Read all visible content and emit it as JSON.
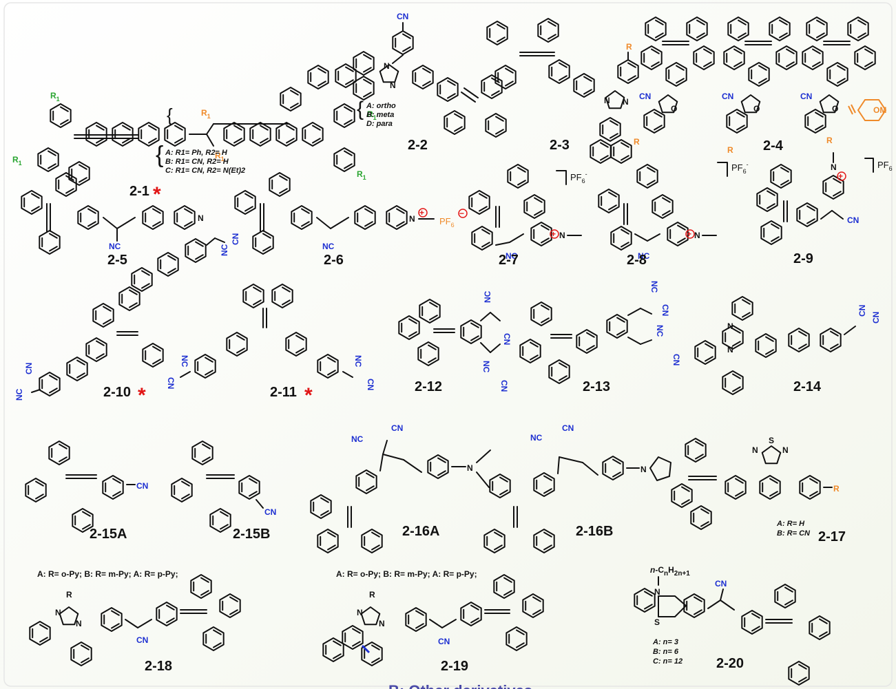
{
  "colors": {
    "background_start": "#ffffff",
    "background_end": "#f3f6ec",
    "frame": "#e6e6e6",
    "bond": "#111111",
    "cyano": "#1d2fd1",
    "r1_green": "#2aa531",
    "r_orange": "#ef8a2a",
    "charge_red": "#e31919",
    "star_red": "#e11515",
    "caption_blue": "#4a4aa8"
  },
  "labels": {
    "c2_1": "2-1",
    "c2_2": "2-2",
    "c2_3": "2-3",
    "c2_4": "2-4",
    "c2_5": "2-5",
    "c2_6": "2-6",
    "c2_7": "2-7",
    "c2_8": "2-8",
    "c2_9": "2-9",
    "c2_10": "2-10",
    "c2_11": "2-11",
    "c2_12": "2-12",
    "c2_13": "2-13",
    "c2_14": "2-14",
    "c2_15A": "2-15A",
    "c2_15B": "2-15B",
    "c2_16A": "2-16A",
    "c2_16B": "2-16B",
    "c2_17": "2-17",
    "c2_18": "2-18",
    "c2_19": "2-19",
    "c2_20": "2-20"
  },
  "star": "*",
  "substituents": {
    "r1": "R",
    "r1_sub": "1",
    "r": "R",
    "cn": "CN",
    "nc": "NC",
    "n": "N",
    "s": "S",
    "o": "O",
    "ome_end": "OM",
    "pf6_base": "PF",
    "pf6_sub": "6",
    "pf6_sup": "-",
    "plus": "+",
    "minus": "−",
    "alkyl_prefix": "n",
    "alkyl_main": "-C",
    "alkyl_sub1": "n",
    "alkyl_mid": "H",
    "alkyl_sub2": "2n+1"
  },
  "notes": {
    "note_2_1": [
      "A: R1= Ph, R2= H",
      "B: R1= CN, R2= H",
      "C: R1= CN, R2= N(Et)2"
    ],
    "note_2_2": [
      "A: ortho",
      "B: meta",
      "D: para"
    ],
    "note_2_17": [
      "A: R= H",
      "B: R= CN"
    ],
    "note_2_20": [
      "A: n= 3",
      "B: n= 6",
      "C: n= 12"
    ],
    "note_2_18": "A: R= o-Py; B: R= m-Py; A: R= p-Py;",
    "note_2_19": "A: R= o-Py; B: R= m-Py; A: R= p-Py;"
  },
  "caption": "B: Other derivatives"
}
